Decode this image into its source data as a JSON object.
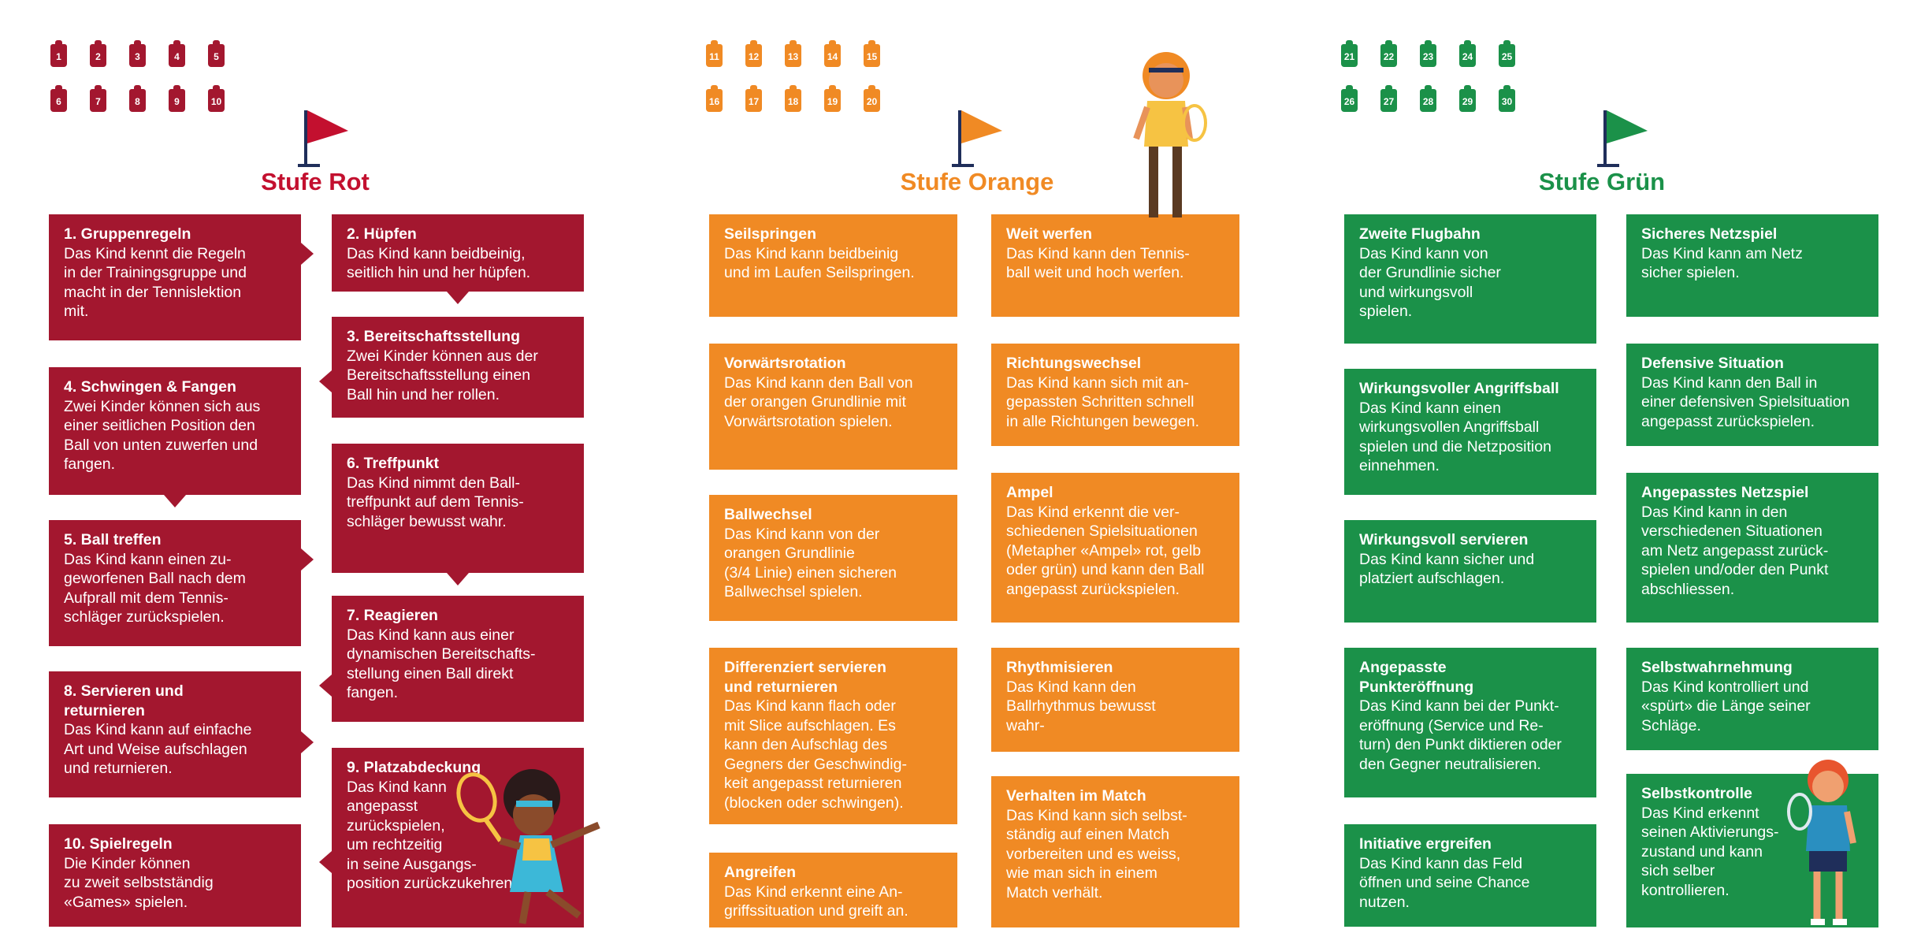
{
  "colors": {
    "rot": "#a3172f",
    "orange": "#f08a24",
    "gruen": "#1b9149"
  },
  "levels": {
    "rot": {
      "title": "Stufe Rot",
      "badges": [
        "1",
        "2",
        "3",
        "4",
        "5",
        "6",
        "7",
        "8",
        "9",
        "10"
      ]
    },
    "orange": {
      "title": "Stufe Orange",
      "badges": [
        "11",
        "12",
        "13",
        "14",
        "15",
        "16",
        "17",
        "18",
        "19",
        "20"
      ]
    },
    "gruen": {
      "title": "Stufe Grün",
      "badges": [
        "21",
        "22",
        "23",
        "24",
        "25",
        "26",
        "27",
        "28",
        "29",
        "30"
      ]
    }
  },
  "rot_items": [
    {
      "title": "1. Gruppenregeln",
      "text": "Das Kind kennt die Regeln\nin der Trainingsgruppe und\nmacht in der Tennislektion\nmit."
    },
    {
      "title": "2.  Hüpfen",
      "text": "Das Kind kann beidbeinig,\nseitlich hin und her hüpfen."
    },
    {
      "title": "3. Bereitschaftsstellung",
      "text": "Zwei Kinder können aus der\nBereitschaftsstellung einen\nBall hin und her rollen."
    },
    {
      "title": "4. Schwingen & Fangen",
      "text": "Zwei Kinder können sich aus\neiner seitlichen Position den\nBall von unten zuwerfen und\nfangen."
    },
    {
      "title": "6. Treffpunkt",
      "text": "Das Kind nimmt den Ball-\ntreffpunkt auf dem Tennis-\nschläger bewusst wahr."
    },
    {
      "title": "5. Ball treffen",
      "text": "Das Kind kann einen zu-\ngeworfenen Ball nach dem\nAufprall mit dem Tennis-\nschläger zurückspielen."
    },
    {
      "title": "7. Reagieren",
      "text": "Das Kind kann aus einer\ndynamischen Bereitschafts-\nstellung einen Ball direkt\nfangen."
    },
    {
      "title": "8. Servieren und\nreturnieren",
      "text": "Das Kind kann auf einfache\nArt und Weise aufschlagen\nund returnieren."
    },
    {
      "title": "9. Platzabdeckung",
      "text": "Das Kind kann\nangepasst\nzurückspielen,\num rechtzeitig\nin seine Ausgangs-\nposition zurückzukehren."
    },
    {
      "title": "10. Spielregeln",
      "text": "Die Kinder können\nzu zweit selbstständig\n«Games» spielen."
    }
  ],
  "orange_items": [
    {
      "title": "Seilspringen",
      "text": "Das Kind kann beidbeinig\nund im Laufen Seilspringen."
    },
    {
      "title": "Weit werfen",
      "text": "Das Kind kann den Tennis-\nball weit und hoch werfen."
    },
    {
      "title": "Vorwärtsrotation",
      "text": "Das Kind kann den Ball von\nder orangen Grundlinie mit\nVorwärtsrotation spielen."
    },
    {
      "title": "Richtungswechsel",
      "text": "Das Kind kann sich mit an-\ngepassten Schritten schnell\nin alle Richtungen bewegen."
    },
    {
      "title": "Ballwechsel",
      "text": "Das Kind kann von der\norangen Grundlinie\n(3/4 Linie) einen sicheren\nBallwechsel spielen."
    },
    {
      "title": "Ampel",
      "text": "Das Kind erkennt die ver-\nschiedenen Spielsituationen\n(Metapher «Ampel» rot, gelb\noder grün) und kann den Ball\nangepasst zurückspielen."
    },
    {
      "title": "Differenziert servieren\nund returnieren",
      "text": "Das Kind kann flach oder\nmit Slice aufschlagen. Es\nkann den Aufschlag des\nGegners der Geschwindig-\nkeit angepasst returnieren\n(blocken oder schwingen)."
    },
    {
      "title": "Rhythmisieren",
      "text": "Das Kind kann den\nBallrhythmus bewusst\nwahr-"
    },
    {
      "title": "Verhalten im Match",
      "text": "Das Kind kann sich selbst-\nständig auf einen Match\nvorbereiten und es weiss,\nwie man sich in einem\nMatch verhält."
    },
    {
      "title": "Angreifen",
      "text": "Das Kind erkennt eine An-\ngriffssituation und greift an."
    }
  ],
  "gruen_items": [
    {
      "title": "Zweite Flugbahn",
      "text": "Das Kind kann von\nder Grundlinie sicher\nund wirkungsvoll\nspielen."
    },
    {
      "title": "Sicheres Netzspiel",
      "text": "Das Kind kann am Netz\nsicher spielen."
    },
    {
      "title": "Wirkungsvoller Angriffsball",
      "text": "Das Kind kann einen\nwirkungsvollen Angriffsball\nspielen und die Netzposition\neinnehmen."
    },
    {
      "title": "Defensive Situation",
      "text": "Das Kind kann den Ball in\neiner defensiven Spielsituation\nangepasst zurückspielen."
    },
    {
      "title": "Angepasstes Netzspiel",
      "text": "Das Kind kann in den\nverschiedenen Situationen\nam Netz angepasst zurück-\nspielen und/oder den Punkt\nabschliessen."
    },
    {
      "title": "Wirkungsvoll servieren",
      "text": "Das Kind kann sicher und\nplatziert aufschlagen."
    },
    {
      "title": "Angepasste\nPunkteröffnung",
      "text": "Das Kind kann bei der Punkt-\neröffnung (Service und Re-\nturn) den Punkt diktieren oder\nden Gegner neutralisieren."
    },
    {
      "title": "Selbstwahrnehmung",
      "text": "Das Kind kontrolliert und\n«spürt» die Länge seiner\nSchläge."
    },
    {
      "title": "Initiative ergreifen",
      "text": "Das Kind kann das Feld\nöffnen und seine Chance\nnutzen."
    },
    {
      "title": "Selbstkontrolle",
      "text": "Das Kind erkennt\nseinen Aktivierungs-\nzustand und kann\nsich selber\nkontrollieren."
    }
  ],
  "illustrations": [
    "girl-tennis-player",
    "boy-tennis-player-orange",
    "boy-tennis-player-green"
  ]
}
